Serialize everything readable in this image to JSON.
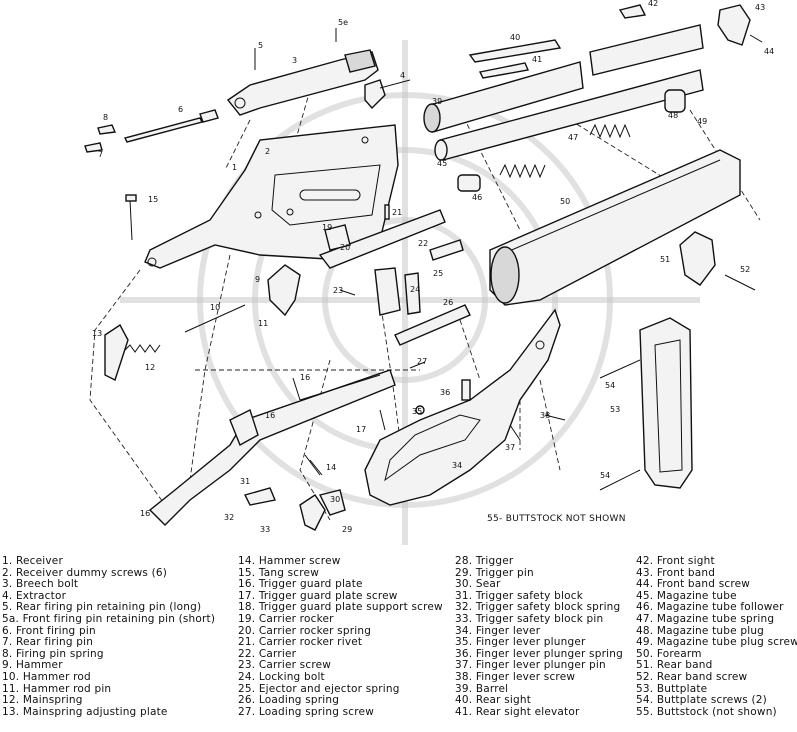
{
  "callouts": [
    "1",
    "2",
    "3",
    "4",
    "5",
    "5e",
    "6",
    "7",
    "8",
    "9",
    "10",
    "11",
    "12",
    "13",
    "14",
    "15",
    "16",
    "16",
    "16",
    "17",
    "19",
    "20",
    "21",
    "22",
    "23",
    "24",
    "25",
    "26",
    "27",
    "30",
    "31",
    "32",
    "33",
    "34",
    "35",
    "36",
    "37",
    "38",
    "39",
    "40",
    "41",
    "42",
    "43",
    "44",
    "45",
    "46",
    "47",
    "48",
    "49",
    "50",
    "51",
    "52",
    "53",
    "54",
    "54",
    "29"
  ],
  "note": "55- BUTTSTOCK NOT SHOWN",
  "legend": {
    "col1": [
      "1. Receiver",
      "2. Receiver dummy screws (6)",
      "3. Breech bolt",
      "4. Extractor",
      "5. Rear firing pin retaining pin (long)",
      "5a. Front firing pin retaining pin (short)",
      "6. Front firing pin",
      "7. Rear firing pin",
      "8. Firing pin spring",
      "9. Hammer",
      "10. Hammer rod",
      "11. Hammer rod pin",
      "12. Mainspring",
      "13. Mainspring adjusting plate"
    ],
    "col2": [
      "14. Hammer screw",
      "15. Tang screw",
      "16. Trigger guard plate",
      "17. Trigger guard plate screw",
      "18. Trigger guard plate support screw",
      "19. Carrier rocker",
      "20. Carrier rocker spring",
      "21. Carrier rocker rivet",
      "22. Carrier",
      "23. Carrier screw",
      "24. Locking bolt",
      "25. Ejector and ejector spring",
      "26. Loading spring",
      "27. Loading spring screw"
    ],
    "col3": [
      "28. Trigger",
      "29. Trigger pin",
      "30. Sear",
      "31. Trigger safety block",
      "32. Trigger safety block spring",
      "33. Trigger safety block pin",
      "34. Finger lever",
      "35. Finger lever plunger",
      "36. Finger lever plunger spring",
      "37. Finger lever plunger pin",
      "38. Finger lever screw",
      "39. Barrel",
      "40. Rear sight",
      "41. Rear sight elevator"
    ],
    "col4": [
      "42. Front sight",
      "43. Front band",
      "44. Front band screw",
      "45. Magazine tube",
      "46. Magazine tube follower",
      "47. Magazine tube spring",
      "48. Magazine tube plug",
      "49. Magazine tube plug screw",
      "50. Forearm",
      "51. Rear band",
      "52. Rear band screw",
      "53. Buttplate",
      "54. Buttplate screws (2)",
      "55. Buttstock (not shown)"
    ]
  }
}
